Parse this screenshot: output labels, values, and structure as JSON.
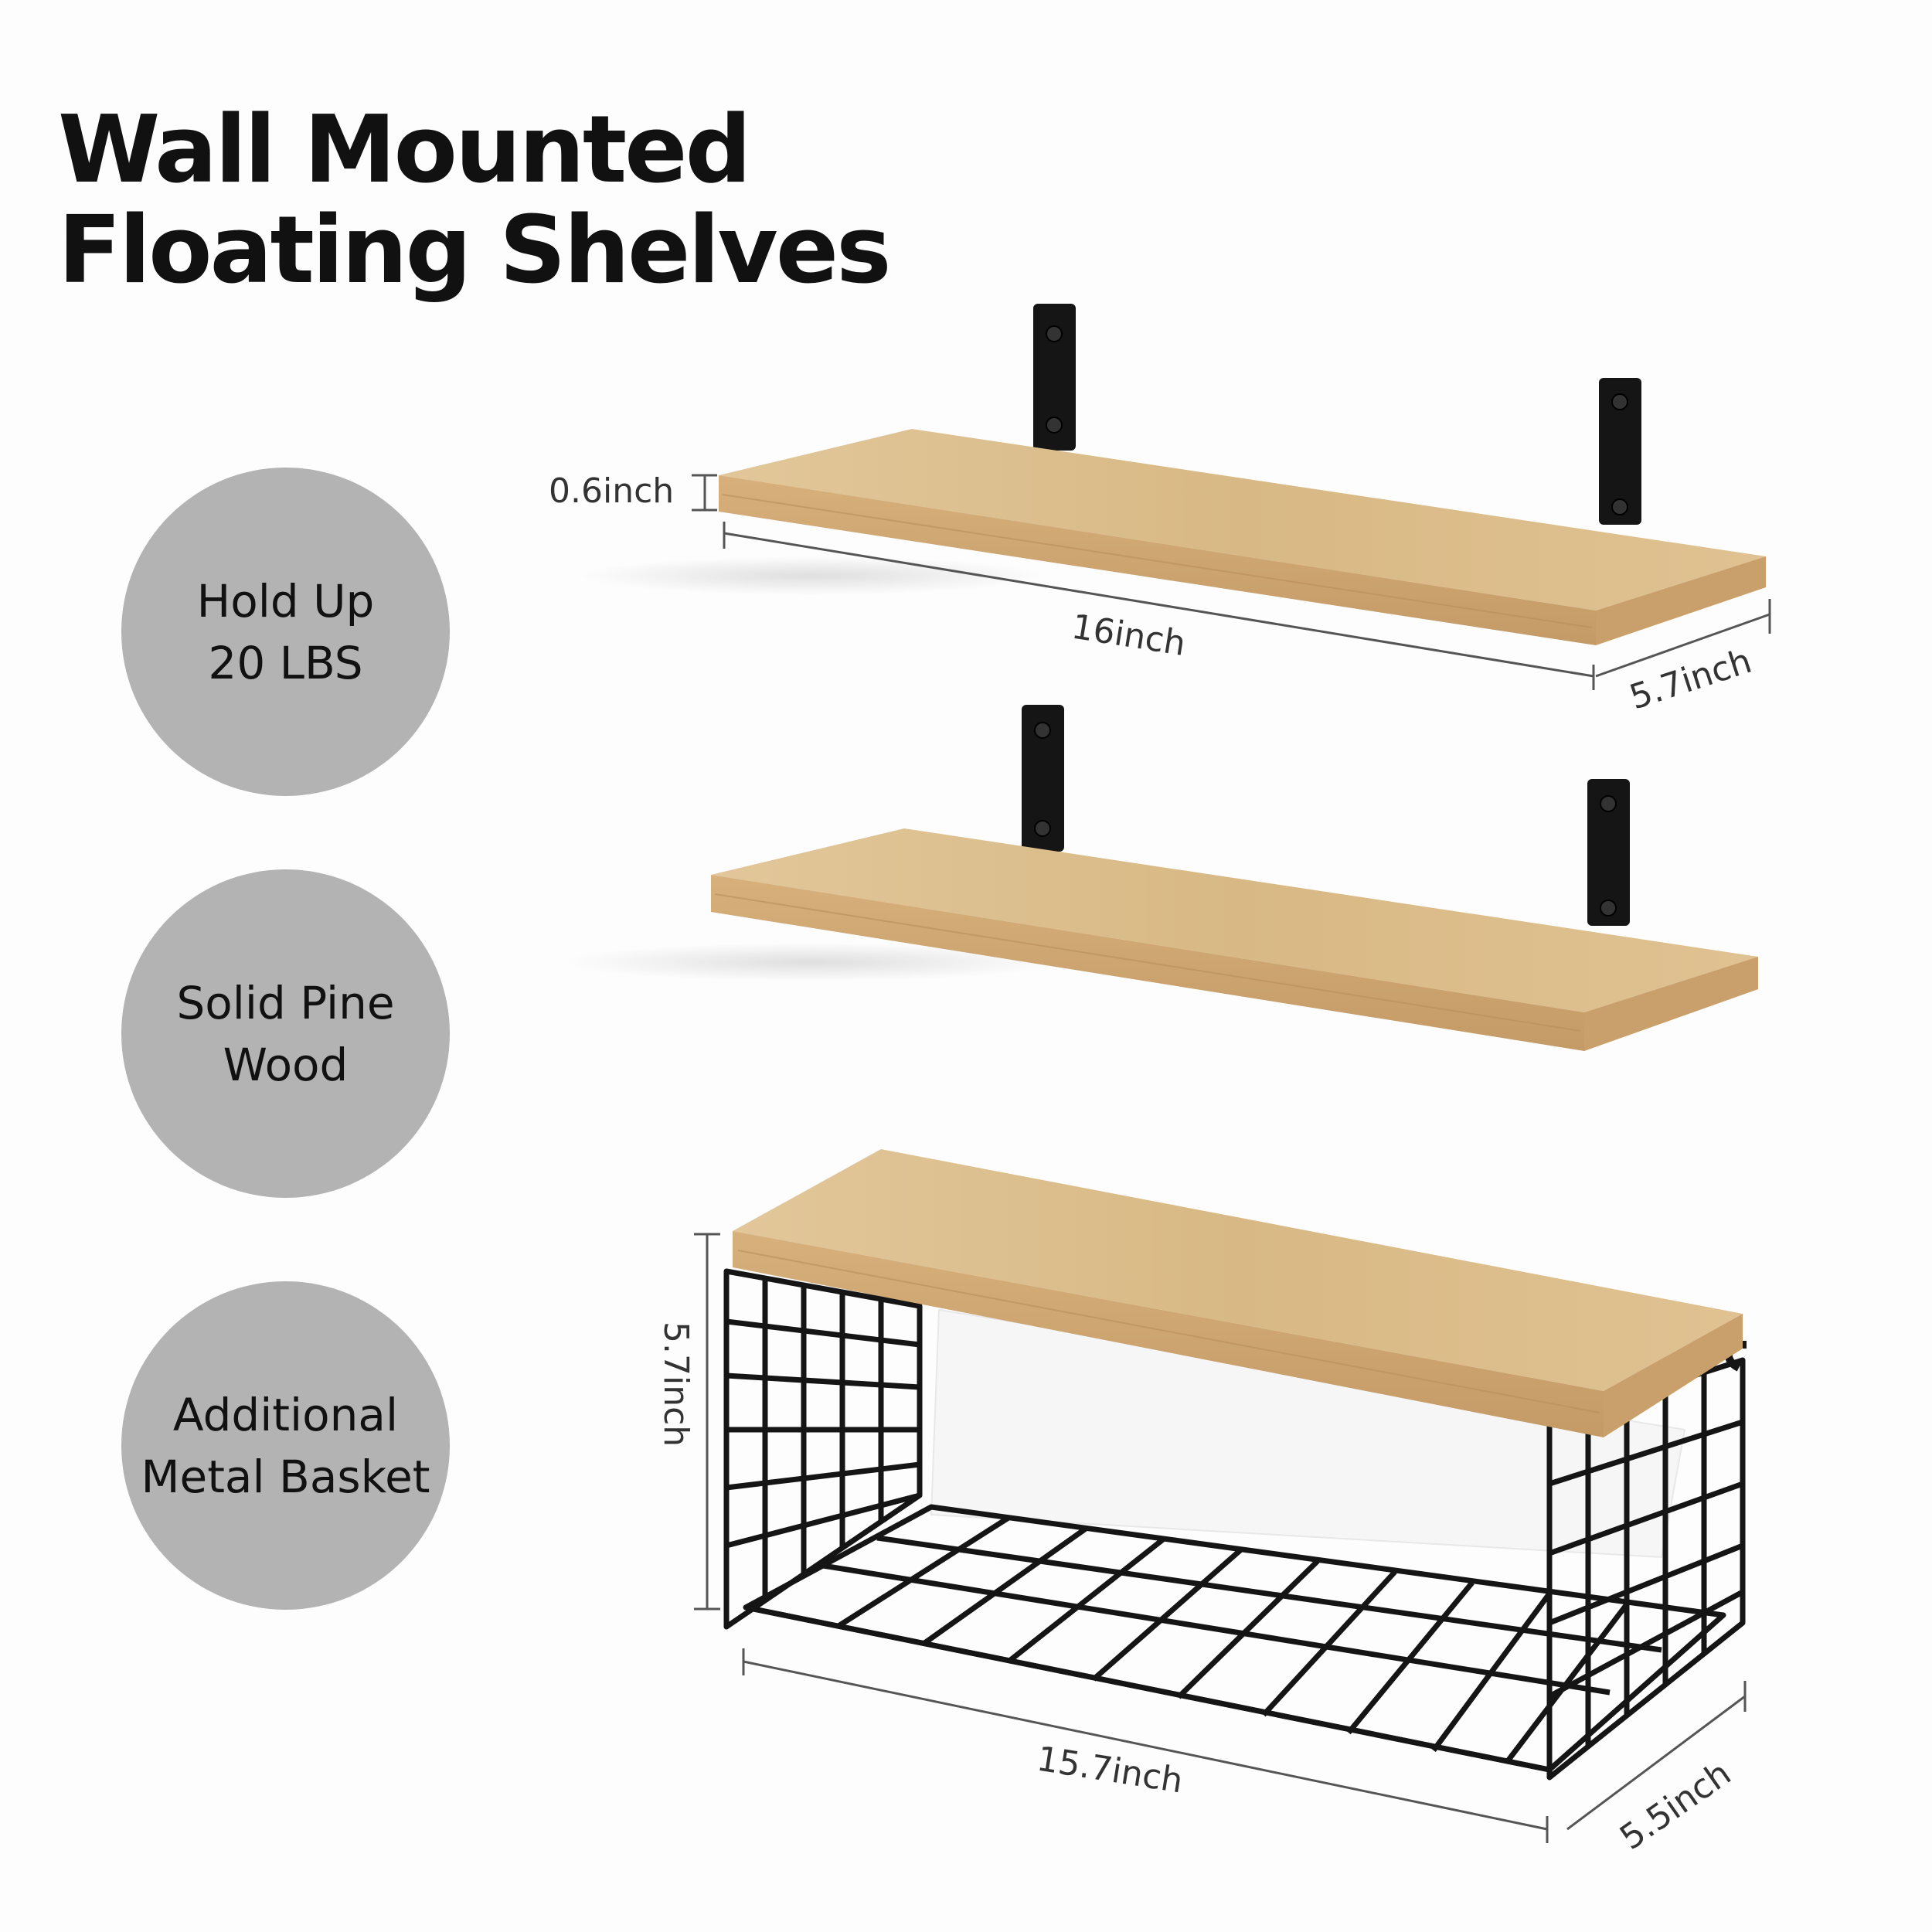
{
  "title": {
    "line1": "Wall Mounted",
    "line2": "Floating Shelves"
  },
  "badges": [
    {
      "line1": "Hold Up",
      "line2": "20 LBS"
    },
    {
      "line1": "Solid Pine",
      "line2": "Wood"
    },
    {
      "line1": "Additional",
      "line2": "Metal Basket"
    }
  ],
  "dimensions": {
    "shelf_thickness": "0.6inch",
    "shelf_length": "16inch",
    "shelf_depth": "5.7inch",
    "basket_height": "5.7inch",
    "basket_length": "15.7inch",
    "basket_depth": "5.5inch"
  },
  "colors": {
    "wood": "#d9b98a",
    "wood_edge": "#c99f6a",
    "metal": "#151515",
    "badge": "#b3b3b3"
  }
}
